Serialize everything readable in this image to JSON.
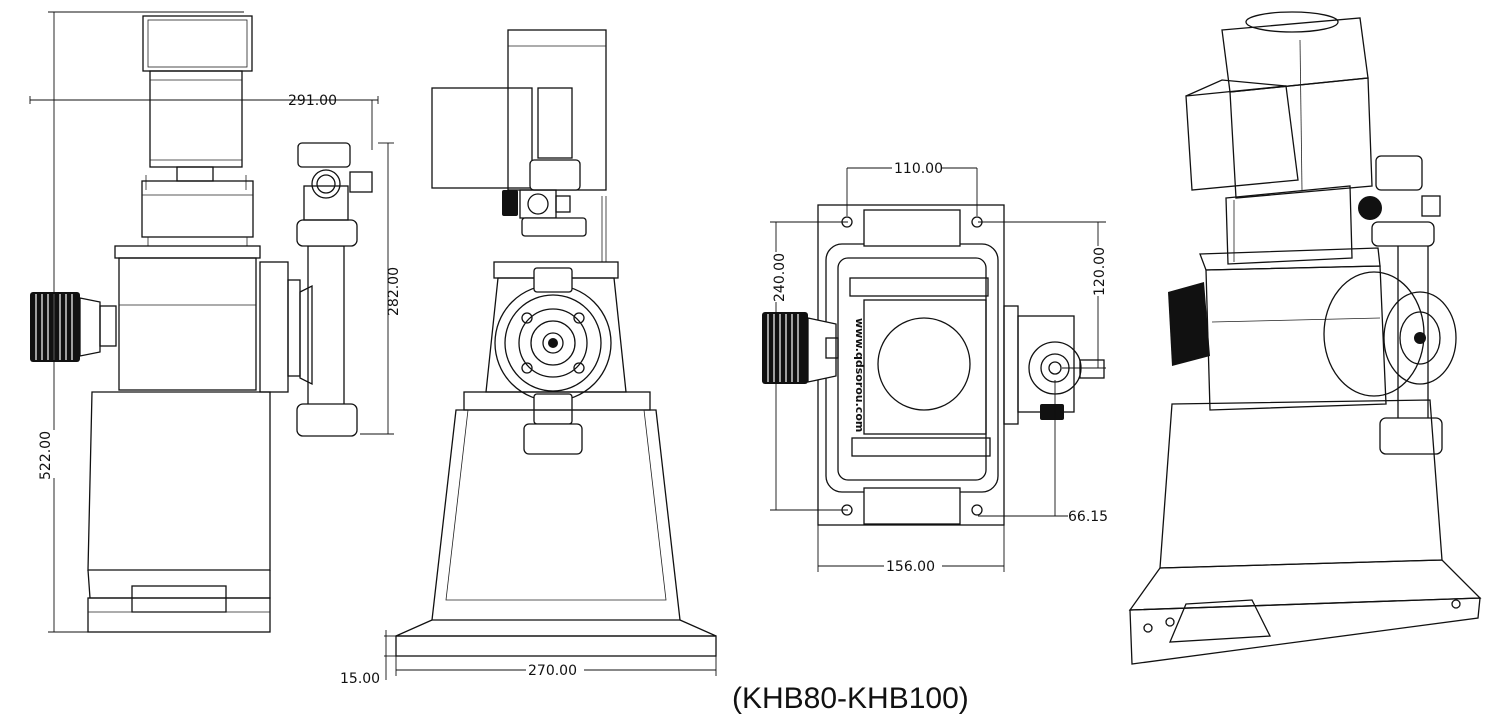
{
  "caption": "(KHB80-KHB100)",
  "dimensions": {
    "side_width": "291.00",
    "side_outlet_height": "282.00",
    "side_total_height": "522.00",
    "front_base_thickness": "15.00",
    "front_base_width": "270.00",
    "top_bolt_spacing": "110.00",
    "top_bolt_length": "240.00",
    "top_outlet_offset": "120.00",
    "top_outlet_to_bolt": "66.15",
    "top_base_width": "156.00"
  },
  "engraving": "www.qdsorou.com"
}
